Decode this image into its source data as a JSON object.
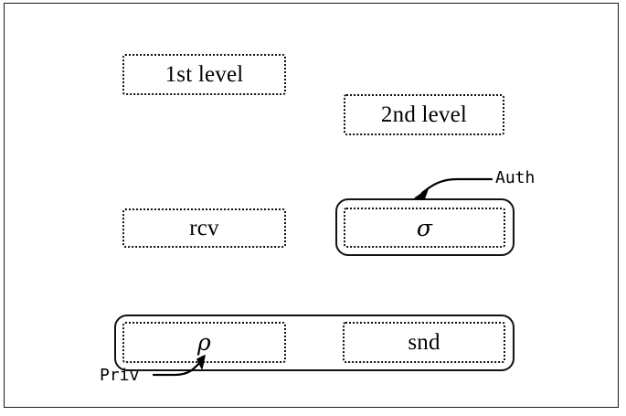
{
  "figure": {
    "frame_color": "#1a1a1a",
    "background": "#ffffff"
  },
  "boxes": [
    {
      "id": "first-level",
      "label": "1st level",
      "style": "dotted"
    },
    {
      "id": "second-level",
      "label": "2nd level",
      "style": "dotted"
    },
    {
      "id": "rcv",
      "label": "rcv",
      "style": "dotted"
    },
    {
      "id": "sigma",
      "label": "σ",
      "style": "dotted"
    },
    {
      "id": "rho",
      "label": "ρ",
      "style": "dotted"
    },
    {
      "id": "snd",
      "label": "snd",
      "style": "dotted"
    }
  ],
  "groups": [
    {
      "id": "auth-group",
      "label": "Auth",
      "style": "rounded-solid"
    },
    {
      "id": "priv-group",
      "label": "Priv",
      "style": "rounded-solid"
    }
  ],
  "annotations": [
    {
      "id": "auth",
      "text": "Auth",
      "points_to": "sigma-group-top"
    },
    {
      "id": "priv",
      "text": "Priv",
      "points_to": "rho-box-bottom"
    }
  ]
}
